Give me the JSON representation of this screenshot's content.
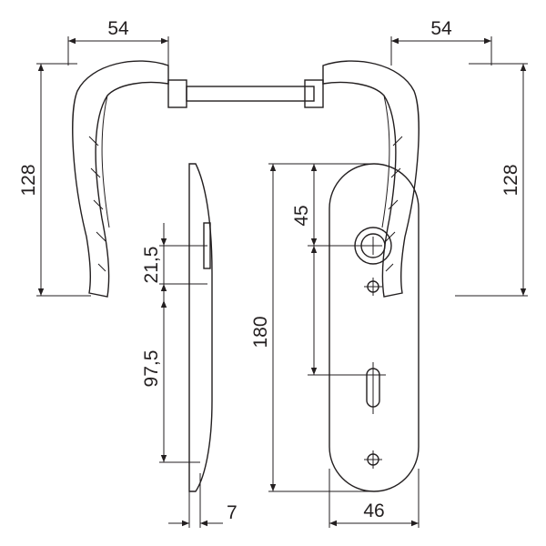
{
  "dimensions": {
    "left_handle_width": "54",
    "right_handle_width": "54",
    "left_handle_height": "128",
    "right_handle_height": "128",
    "upper_offset": "21,5",
    "lower_offset": "97,5",
    "plate_thickness": "7",
    "plate_height": "180",
    "cylinder_offset": "45",
    "plate_width": "46"
  },
  "colors": {
    "line": "#231f20",
    "background": "#ffffff"
  }
}
